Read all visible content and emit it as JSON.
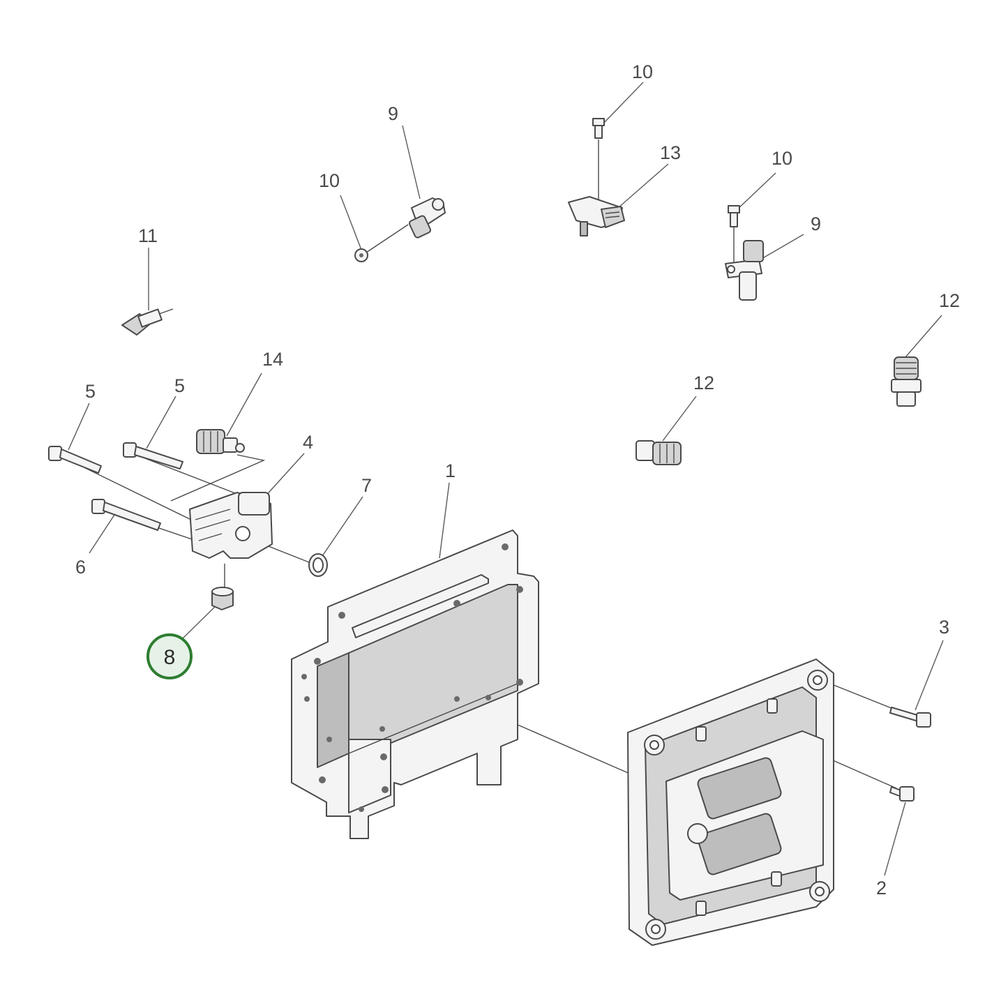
{
  "diagram": {
    "highlight_color": "#2e7d32",
    "highlight_fill": "#e6f2e7",
    "callouts": [
      {
        "id": "c1",
        "label": "1"
      },
      {
        "id": "c2",
        "label": "2"
      },
      {
        "id": "c3",
        "label": "3"
      },
      {
        "id": "c4",
        "label": "4"
      },
      {
        "id": "c5a",
        "label": "5"
      },
      {
        "id": "c5b",
        "label": "5"
      },
      {
        "id": "c6",
        "label": "6"
      },
      {
        "id": "c7",
        "label": "7"
      },
      {
        "id": "c8",
        "label": "8",
        "highlighted": true
      },
      {
        "id": "c9a",
        "label": "9"
      },
      {
        "id": "c9b",
        "label": "9"
      },
      {
        "id": "c10a",
        "label": "10"
      },
      {
        "id": "c10b",
        "label": "10"
      },
      {
        "id": "c10c",
        "label": "10"
      },
      {
        "id": "c11",
        "label": "11"
      },
      {
        "id": "c12a",
        "label": "12"
      },
      {
        "id": "c12b",
        "label": "12"
      },
      {
        "id": "c13",
        "label": "13"
      },
      {
        "id": "c14",
        "label": "14"
      }
    ]
  }
}
